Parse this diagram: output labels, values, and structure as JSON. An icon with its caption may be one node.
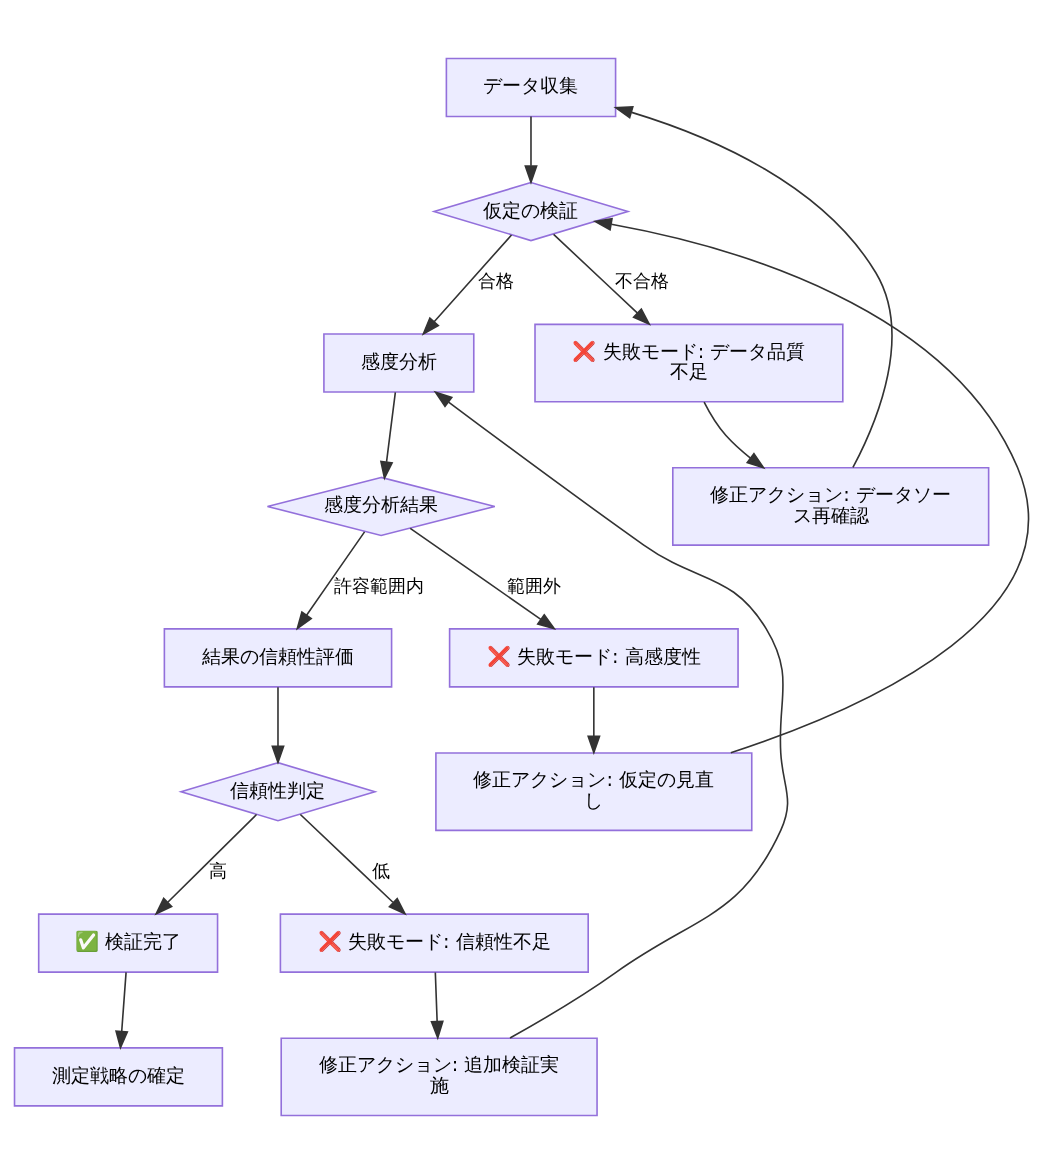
{
  "diagram": {
    "nodes": [
      {
        "text": [
          "データ収集"
        ]
      },
      {
        "text": [
          "仮定の検証"
        ]
      },
      {
        "text": [
          "感度分析"
        ]
      },
      {
        "text": [
          "❌ 失敗モード: データ品質不足"
        ]
      },
      {
        "text": [
          "修正アクション: データソース再確認"
        ]
      },
      {
        "text": [
          "感度分析結果"
        ]
      },
      {
        "text": [
          "結果の信頼性評価"
        ]
      },
      {
        "text": [
          "❌ 失敗モード: 高感度性"
        ]
      },
      {
        "text": [
          "修正アクション: 仮定の見直し"
        ]
      },
      {
        "text": [
          "信頼性判定"
        ]
      },
      {
        "text": [
          "✅ 検証完了"
        ]
      },
      {
        "text": [
          "❌ 失敗モード: 信頼性不足"
        ]
      },
      {
        "text": [
          "測定戦略の確定"
        ]
      },
      {
        "text": [
          "修正アクション: 追加検証実施"
        ]
      }
    ],
    "edges": [
      {
        "from": 0,
        "to": 1,
        "arrow": "to"
      },
      {
        "from": 1,
        "to": 2,
        "arrow": "to",
        "label": "合格"
      },
      {
        "from": 1,
        "to": 3,
        "arrow": "to",
        "label": "不合格"
      },
      {
        "from": 3,
        "to": 4,
        "arrow": "to"
      },
      {
        "from": 4,
        "to": 0,
        "arrow": "to"
      },
      {
        "from": 2,
        "to": 5,
        "arrow": "to"
      },
      {
        "from": 5,
        "to": 6,
        "arrow": "to",
        "label": "許容範囲内"
      },
      {
        "from": 5,
        "to": 7,
        "arrow": "to",
        "label": "範囲外"
      },
      {
        "from": 7,
        "to": 8,
        "arrow": "to"
      },
      {
        "from": 8,
        "to": 1,
        "arrow": "to"
      },
      {
        "from": 6,
        "to": 9,
        "arrow": "to"
      },
      {
        "from": 9,
        "to": 10,
        "arrow": "to",
        "label": "高"
      },
      {
        "from": 9,
        "to": 11,
        "arrow": "to",
        "label": "低"
      },
      {
        "from": 10,
        "to": 12,
        "arrow": "to"
      },
      {
        "from": 11,
        "to": 13,
        "arrow": "to"
      },
      {
        "from": 13,
        "to": 2,
        "arrow": "to"
      }
    ]
  }
}
